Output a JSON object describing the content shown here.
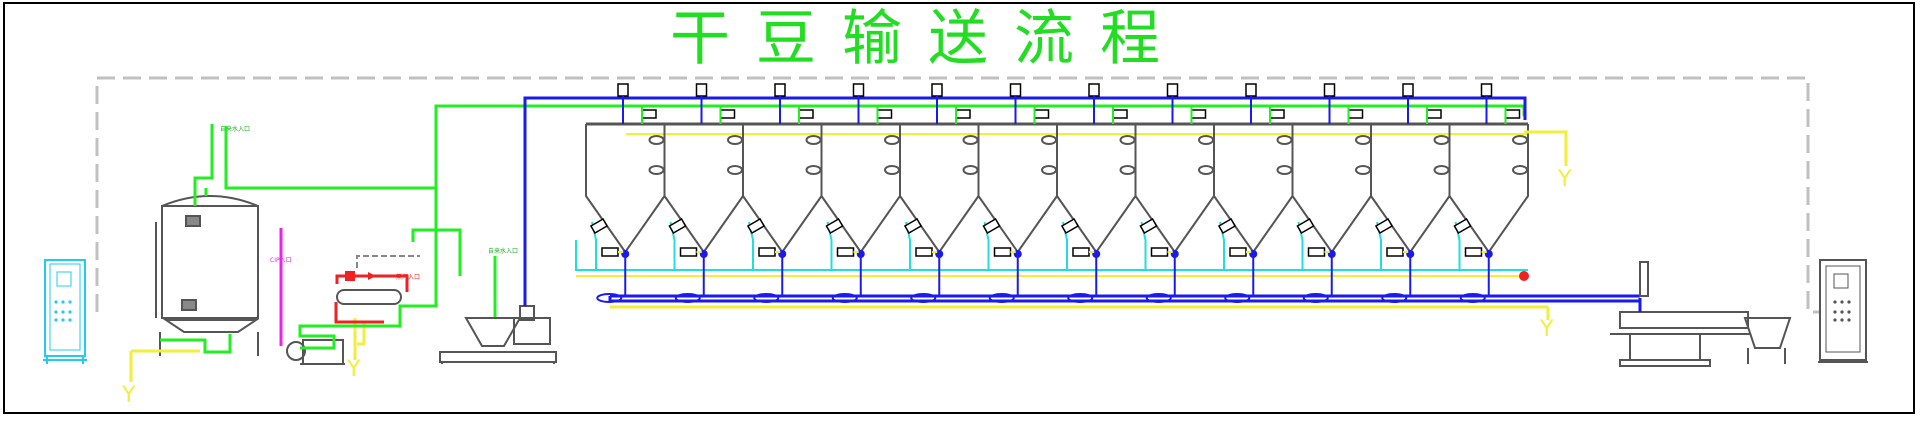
{
  "title": "干豆输送流程",
  "labels": {
    "y_mark": "Y",
    "water_inlet": "自来水入口",
    "cip_inlet": "CIP入口",
    "steam_inlet": "蒸汽入口"
  },
  "colors": {
    "frame": "#000000",
    "return_line": "#c0c0c0",
    "green_line": "#22ee22",
    "blue_line": "#1a1aee",
    "yellow_line": "#f2ee3a",
    "cyan_line": "#22dddd",
    "red_line": "#ee2222",
    "magenta_line": "#ee22ee",
    "equipment": "#555555",
    "cabinet": "#22ccee",
    "title": "#22dd22"
  },
  "silos": {
    "count": 12
  }
}
